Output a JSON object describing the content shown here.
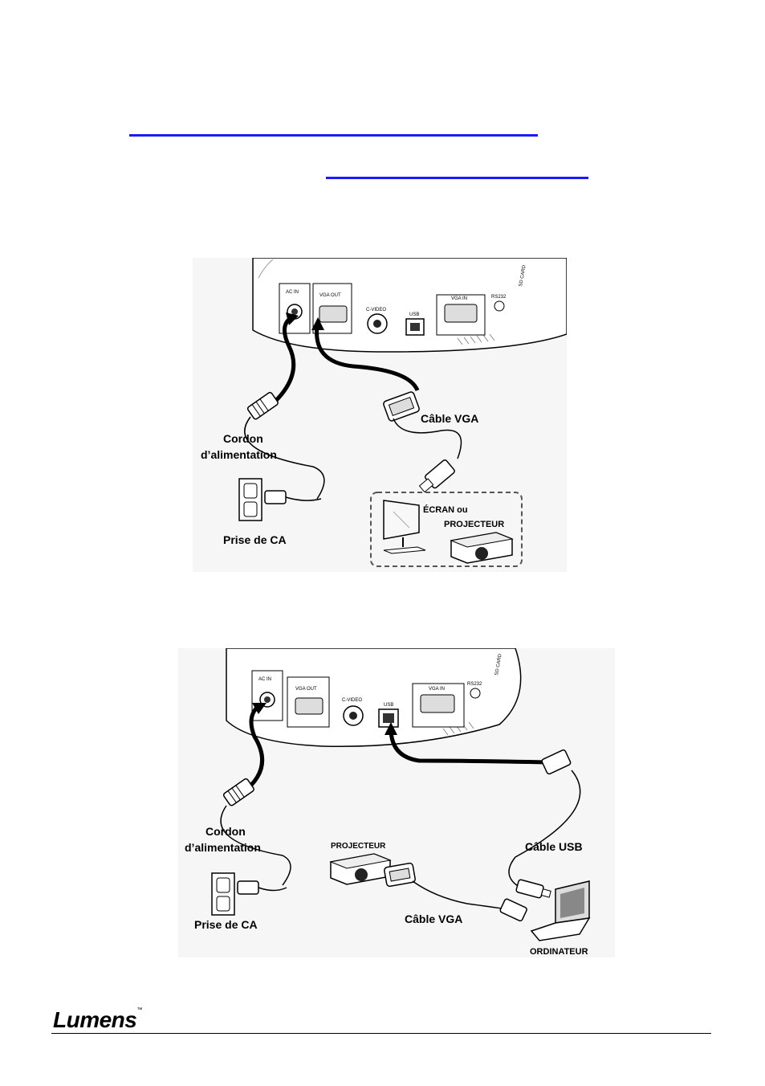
{
  "figure1": {
    "ports": [
      "AC IN",
      "VGA OUT",
      "C-VIDEO",
      "USB",
      "VGA IN",
      "RS232",
      "SD CARD"
    ],
    "labels": {
      "vga_cable": "Câble VGA",
      "power_cord_line1": "Cordon",
      "power_cord_line2": "d’alimentation",
      "outlet": "Prise de CA",
      "screen_line1": "ÉCRAN ou",
      "screen_line2": "PROJECTEUR"
    }
  },
  "figure2": {
    "ports": [
      "AC IN",
      "VGA OUT",
      "C-VIDEO",
      "USB",
      "VGA IN",
      "RS232",
      "SD CARD"
    ],
    "labels": {
      "power_cord_line1": "Cordon",
      "power_cord_line2": "d’alimentation",
      "outlet": "Prise de CA",
      "projector": "PROJECTEUR",
      "usb_cable": "Câble USB",
      "vga_cable": "Câble VGA",
      "computer": "ORDINATEUR"
    }
  },
  "footer": {
    "brand": "Lumens",
    "trademark": "™"
  }
}
